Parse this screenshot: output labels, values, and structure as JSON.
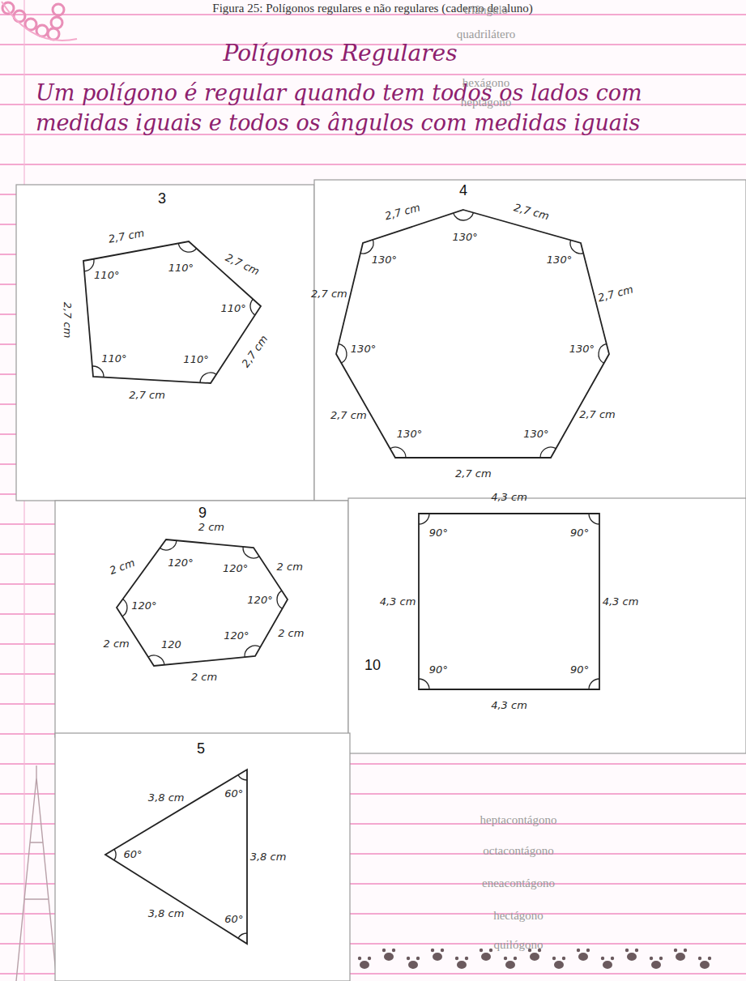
{
  "diagram": {
    "title": "Polígonos Regulares",
    "caption": "Figura 25: Polígonos regulares e não regulares (caderno de aluno)",
    "labels": [
      "Um polígono é regular quando tem todos os lados com medidas iguais e todos os ângulos com medidas iguais",
      "3",
      "2,7 cm",
      "2,7 cm",
      "2,7 cm",
      "2,7 cm",
      "2,7 cm",
      "110°",
      "110°",
      "110°",
      "110°",
      "110°",
      "4",
      "2,7 cm",
      "2,7 cm",
      "2,7 cm",
      "2,7 cm",
      "2,7 cm",
      "2,7 cm",
      "2,7 cm",
      "130°",
      "130°",
      "130°",
      "130°",
      "130°",
      "130°",
      "130°",
      "9",
      "2 cm",
      "2 cm",
      "2 cm",
      "2 cm",
      "2 cm",
      "2 cm",
      "120°",
      "120°",
      "120°",
      "120°",
      "120",
      "120°",
      "10",
      "4,3 cm",
      "4,3 cm",
      "4,3 cm",
      "4,3 cm",
      "90°",
      "90°",
      "90°",
      "90°",
      "5",
      "3,8 cm",
      "3,8 cm",
      "3,8 cm",
      "60°",
      "60°",
      "60°",
      "triângulo",
      "quadrilátero",
      "hexágono",
      "heptágono",
      "heptacontágono",
      "octacontágono",
      "eneacontágono",
      "hectágono",
      "quilógono"
    ]
  }
}
